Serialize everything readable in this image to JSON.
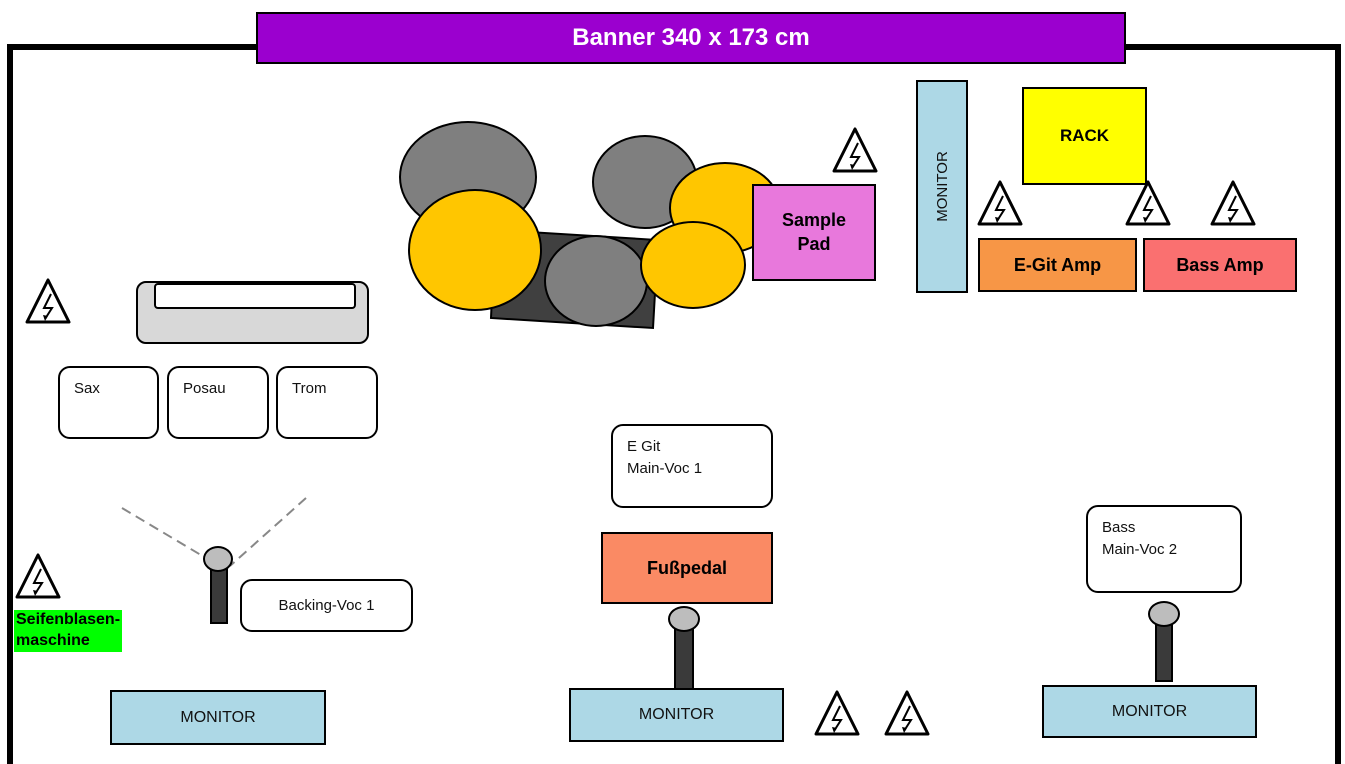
{
  "banner": {
    "label": "Banner 340 x 173 cm"
  },
  "stage": {
    "monitors": {
      "side": "MONITOR",
      "left": "MONITOR",
      "center": "MONITOR",
      "right": "MONITOR"
    },
    "rack": "RACK",
    "egit_amp": "E-Git Amp",
    "bass_amp": "Bass Amp",
    "sample_pad": [
      "Sample",
      "Pad"
    ],
    "fusspedal": "Fußpedal",
    "horns": {
      "sax": "Sax",
      "posau": "Posau",
      "trom": "Trom"
    },
    "positions": {
      "egit": [
        "E Git",
        "Main-Voc 1"
      ],
      "bass": [
        "Bass",
        "Main-Voc 2"
      ],
      "backing": "Backing-Voc 1"
    },
    "bubble_machine": [
      "Seifenblasen-",
      "maschine"
    ]
  },
  "colors": {
    "banner": "#9b00cf",
    "monitor": "#add8e6",
    "rack": "#ffff00",
    "egit_amp": "#f79646",
    "bass_amp": "#fa7070",
    "sample_pad": "#e878dc",
    "fusspedal": "#fa8a64",
    "bubble": "#00ff00",
    "cymbal": "#ffc600",
    "drum_gray": "#7f7f7f"
  },
  "icons": {
    "power": "high-voltage-warning-icon",
    "mic": "microphone-stand-icon"
  }
}
